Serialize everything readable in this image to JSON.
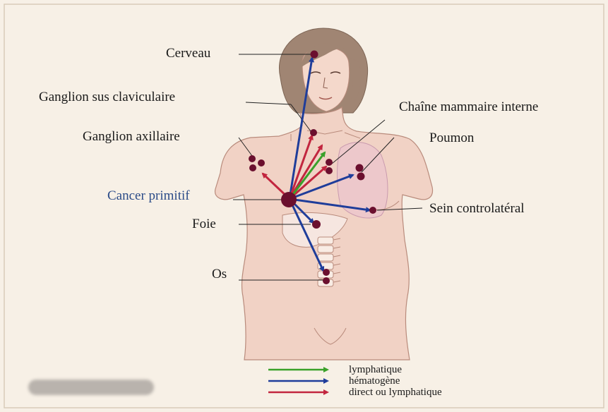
{
  "labels": {
    "cerveau": "Cerveau",
    "ganglion_sus_claviculaire": "Ganglion sus claviculaire",
    "ganglion_axillaire": "Ganglion axillaire",
    "chaine_mammaire_interne": "Chaîne mammaire interne",
    "poumon": "Poumon",
    "cancer_primitif": "Cancer primitif",
    "sein_controlateral": "Sein controlatéral",
    "foie": "Foie",
    "os": "Os"
  },
  "legend": [
    {
      "label": "lymphatique",
      "color": "#3aa12a"
    },
    {
      "label": "hématogène",
      "color": "#1f3d9a"
    },
    {
      "label": "direct ou lymphatique",
      "color": "#c2263f"
    }
  ],
  "colors": {
    "skin": "#f1d2c5",
    "skin_outline": "#b98b7c",
    "hair": "#a08573",
    "node": "#6b0f2e",
    "leader_line": "#222222",
    "lymphatic": "#3aa12a",
    "hematogenous": "#1f3d9a",
    "direct": "#c2263f"
  }
}
